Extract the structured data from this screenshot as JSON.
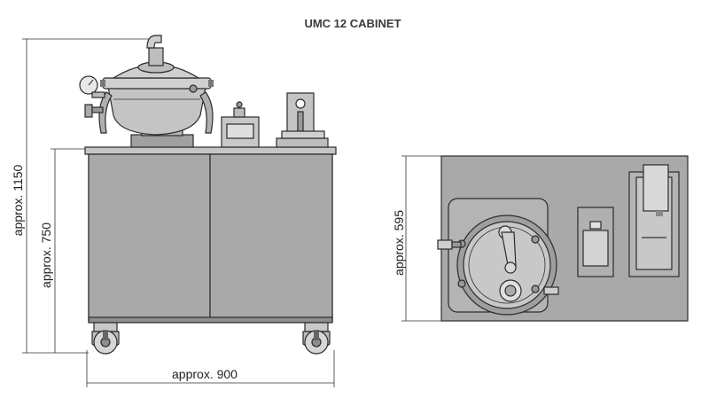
{
  "title": "UMC 12 CABINET",
  "dimensions": {
    "overall_height": "approx. 1150",
    "cabinet_height": "approx. 750",
    "width": "approx. 900",
    "depth": "approx. 595"
  },
  "colors": {
    "cabinet_fill": "#a9a9a9",
    "cabinet_dark": "#8e8e8e",
    "appliance_fill": "#c4c4c4",
    "panel_fill": "#d2d2d2",
    "line": "#2b2b2b",
    "background": "#ffffff"
  }
}
